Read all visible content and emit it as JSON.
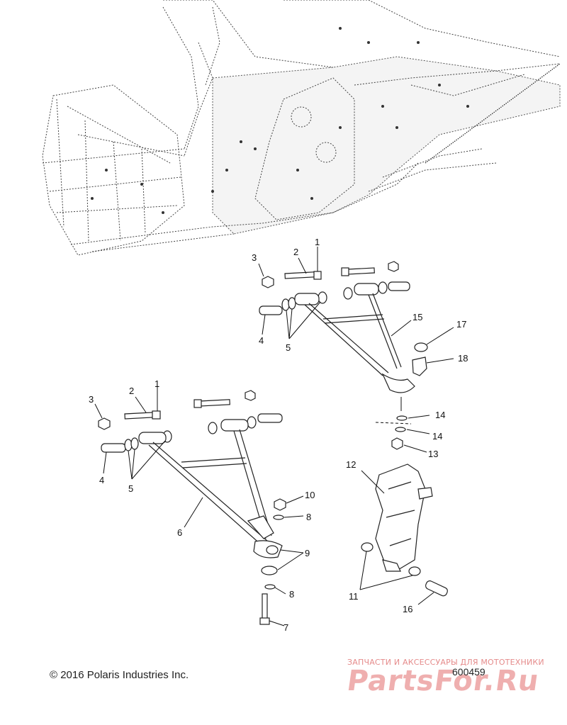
{
  "callouts": {
    "top_1": "1",
    "top_2": "2",
    "top_3": "3",
    "top_4": "4",
    "top_5": "5",
    "top_15": "15",
    "top_17": "17",
    "top_18": "18",
    "top_14a": "14",
    "top_14b": "14",
    "top_13": "13",
    "bot_1": "1",
    "bot_2": "2",
    "bot_3": "3",
    "bot_4": "4",
    "bot_5": "5",
    "bot_6": "6",
    "bot_10": "10",
    "bot_8a": "8",
    "bot_9": "9",
    "bot_8b": "8",
    "bot_7": "7",
    "c12": "12",
    "c11": "11",
    "c16": "16"
  },
  "footer": {
    "copyright": "© 2016 Polaris Industries Inc.",
    "drawing_number": "600459"
  },
  "watermark": {
    "tagline": "ЗАПЧАСТИ И АКСЕССУАРЫ ДЛЯ МОТОТЕХНИКИ",
    "brand": "PartsFor.Ru"
  }
}
